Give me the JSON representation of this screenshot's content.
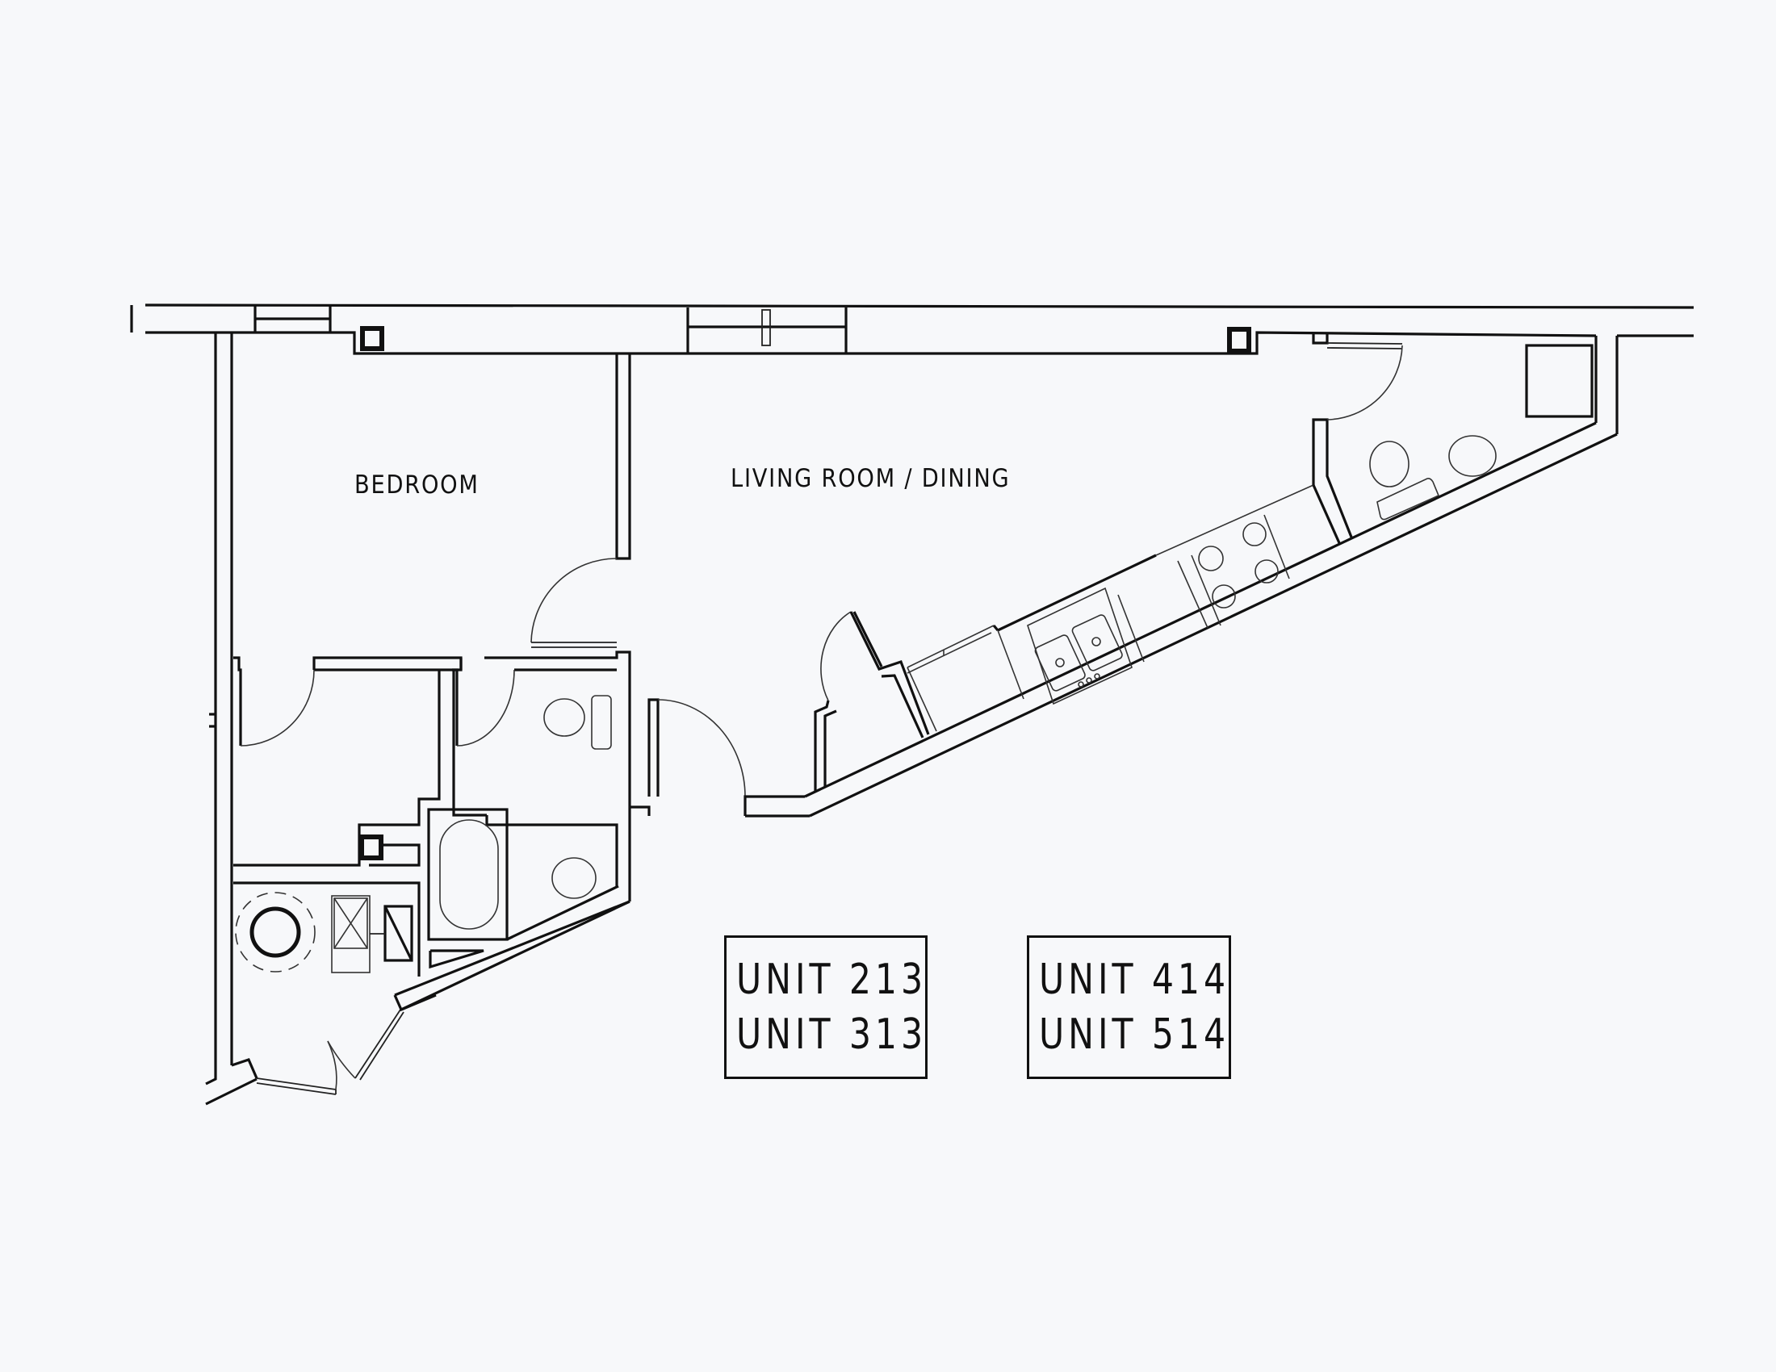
{
  "floorplan": {
    "rooms": [
      {
        "id": "bedroom",
        "label": "BEDROOM"
      },
      {
        "id": "living-dining",
        "label": "LIVING ROOM / DINING"
      }
    ],
    "units": {
      "group_a": [
        "UNIT 213",
        "UNIT 313"
      ],
      "group_b": [
        "UNIT 414",
        "UNIT 514"
      ]
    },
    "colors": {
      "line": "#111111",
      "background": "#f7f8fa"
    }
  }
}
